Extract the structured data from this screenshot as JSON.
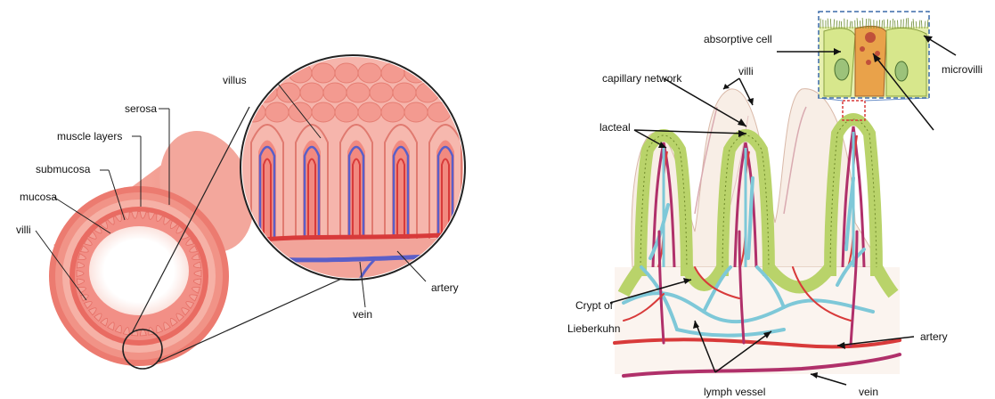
{
  "left_diagram": {
    "labels": {
      "serosa": "serosa",
      "muscle_layers": "muscle layers",
      "submucosa": "submucosa",
      "mucosa": "mucosa",
      "villi": "villi",
      "villus": "villus",
      "artery": "artery",
      "vein": "vein"
    }
  },
  "right_diagram": {
    "labels": {
      "absorptive_cell": "absorptive  cell",
      "microvilli": "microvilli",
      "capillary_network": "capillary  network",
      "villi": "villi",
      "lacteal": "lacteal",
      "crypt_line1": "Crypt  of",
      "crypt_line2": "Lieberkuhn",
      "artery": "artery",
      "lymph_vessel": "lymph vessel",
      "vein": "vein"
    }
  },
  "colors": {
    "tissue_pink": "#f08a80",
    "tissue_dark": "#e2645c",
    "vein_blue": "#5a5fc8",
    "artery_red": "#d83a3a",
    "epithelium_green": "#b9d36a",
    "lymph_cyan": "#7ec8d8",
    "vessel_magenta": "#b0306a"
  }
}
